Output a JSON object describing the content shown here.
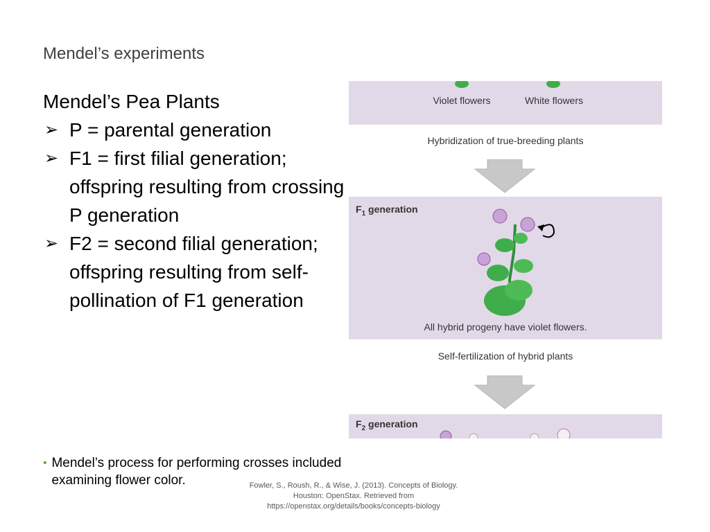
{
  "slide": {
    "title": "Mendel’s experiments",
    "heading": "Mendel’s Pea Plants",
    "bullets": [
      "P = parental generation",
      "F1 = first filial generation; offspring resulting from crossing P generation",
      "F2 = second filial generation; offspring resulting from self-pollination of F1 generation"
    ],
    "bullet_symbol": "➢",
    "note": "Mendel’s process for performing crosses included examining flower color.",
    "note_bullet": "•",
    "citation": "Fowler, S., Roush, R., & Wise, J. (2013). Concepts of Biology. Houston: OpenStax. Retrieved from https://openstax.org/details/books/concepts-biology"
  },
  "figure": {
    "violet_label": "Violet flowers",
    "white_label": "White flowers",
    "step1": "Hybridization of true-breeding plants",
    "f1_label_main": "F",
    "f1_label_sub": "1",
    "f1_label_rest": " generation",
    "f1_caption": "All hybrid progeny have violet flowers.",
    "step2": "Self-fertilization of hybrid plants",
    "f2_label_main": "F",
    "f2_label_sub": "2",
    "f2_label_rest": " generation",
    "colors": {
      "purple_band": "#e2d9e8",
      "arrow_gray": "#c8c8c8",
      "leaf_green": "#3fae4a",
      "violet_flower": "#c9a3d6",
      "white_flower": "#f5eef3"
    }
  }
}
